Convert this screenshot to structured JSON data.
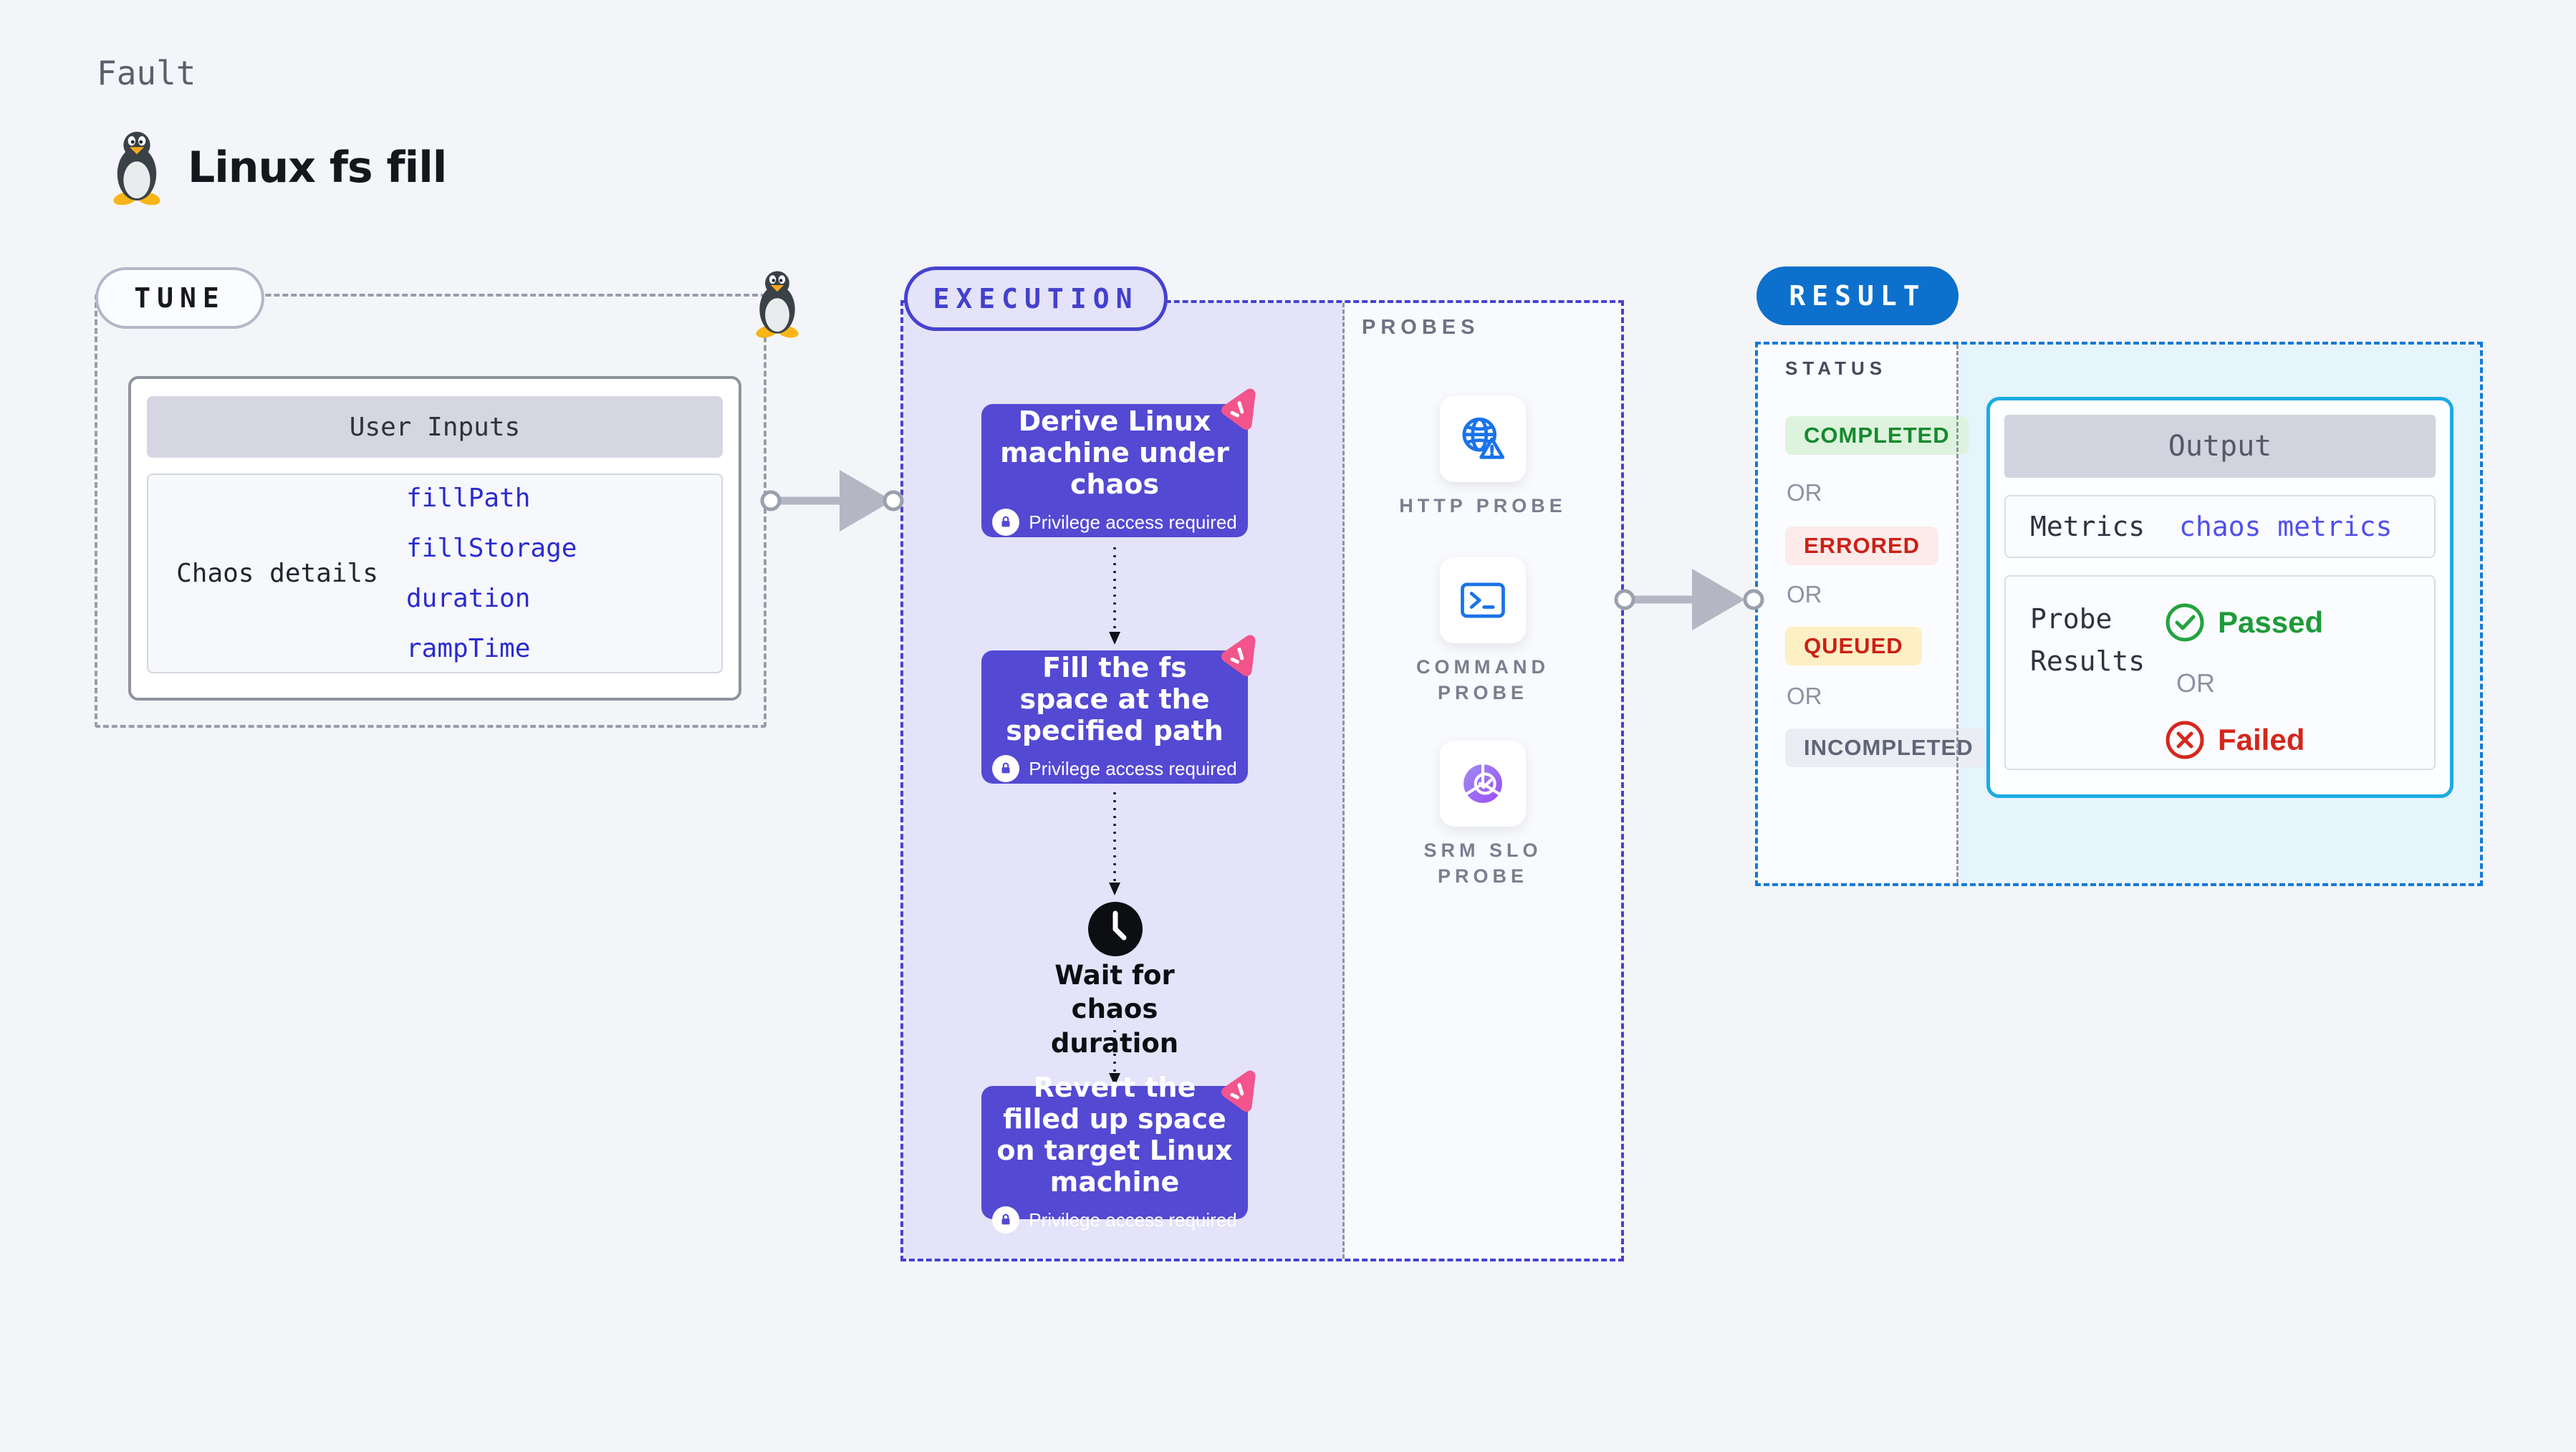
{
  "page": {
    "kicker": "Fault",
    "title": "Linux fs fill"
  },
  "tune": {
    "label": "TUNE",
    "user_inputs": {
      "title": "User Inputs",
      "row_label": "Chaos details",
      "values": [
        "fillPath",
        "fillStorage",
        "duration",
        "rampTime"
      ]
    }
  },
  "execution": {
    "label": "EXECUTION",
    "steps": [
      {
        "text": "Derive Linux machine under chaos",
        "badge": "Privilege access required"
      },
      {
        "text": "Fill the fs space at the specified path",
        "badge": "Privilege access required"
      },
      {
        "text": "Revert the filled up space on target Linux machine",
        "badge": "Privilege access required"
      }
    ],
    "wait_step": "Wait for chaos duration"
  },
  "probes": {
    "label": "PROBES",
    "items": [
      {
        "name": "HTTP PROBE",
        "icon": "globe-alert-icon"
      },
      {
        "name": "COMMAND PROBE",
        "icon": "terminal-icon"
      },
      {
        "name": "SRM SLO PROBE",
        "icon": "slo-donut-icon"
      }
    ]
  },
  "result": {
    "label": "RESULT",
    "status": {
      "title": "STATUS",
      "separator": "OR",
      "options": [
        "COMPLETED",
        "ERRORED",
        "QUEUED",
        "INCOMPLETED"
      ]
    },
    "output": {
      "title": "Output",
      "metrics_label": "Metrics",
      "metrics_value": "chaos metrics",
      "probe_results_label": "Probe Results",
      "passed": "Passed",
      "or": "OR",
      "failed": "Failed"
    }
  },
  "icons": {
    "tux": "linux-penguin",
    "lock": "privilege-lock",
    "clock": "wait-clock",
    "chaos_badge": "chaos-experiment",
    "passed": "check-circle",
    "failed": "x-circle"
  },
  "colors": {
    "background": "#f4f5f9",
    "indigo_border": "#4742cf",
    "indigo_fill": "#e4e3f9",
    "card_indigo": "#5349d3",
    "pink": "#f2548b",
    "probe_blue": "#1a73e8",
    "srm_purple": "#a256f2",
    "result_blue": "#0d70cc",
    "result_dash": "#1279d8",
    "output_cyan": "#19abe4",
    "light_blue": "#e6f4fc",
    "green": "#1d9b38",
    "red": "#d4261c",
    "queued_bg": "#fdf0c5",
    "completed_bg": "#def3dd"
  }
}
